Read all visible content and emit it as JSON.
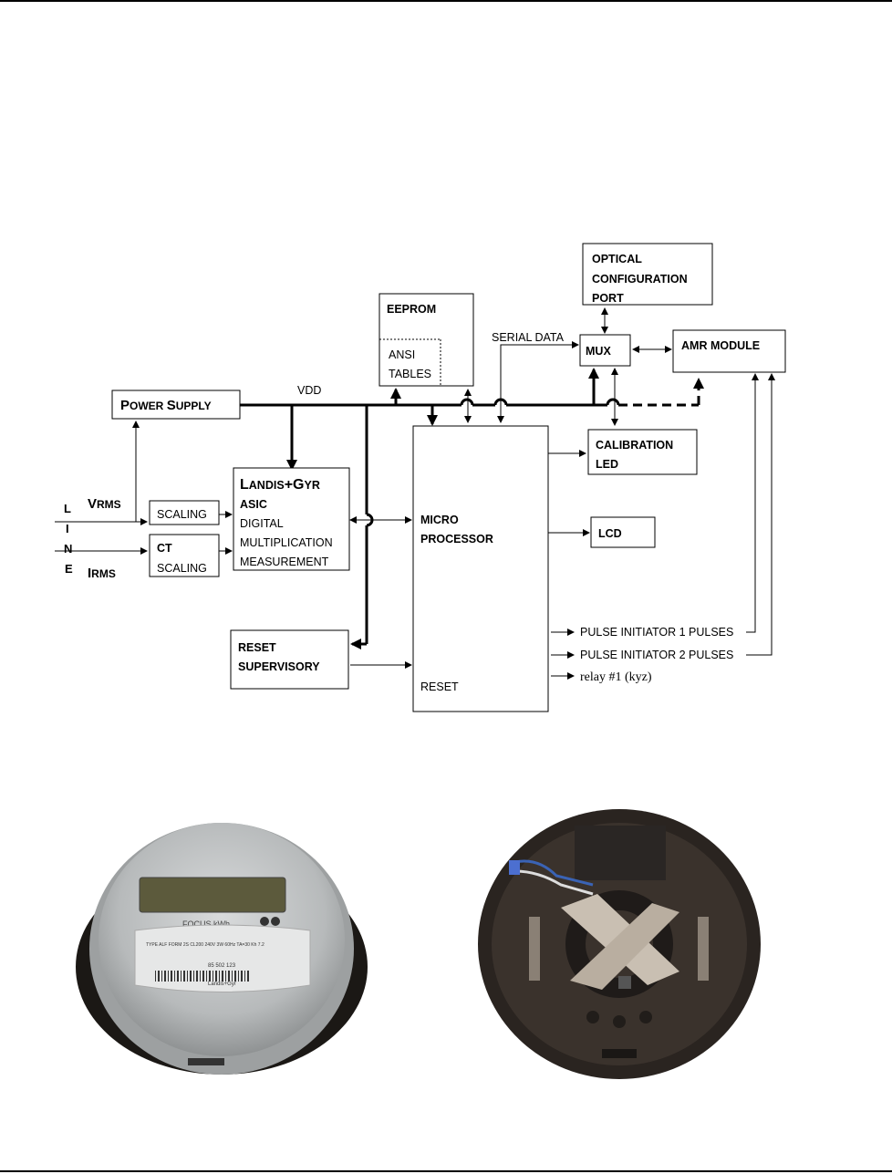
{
  "diagram": {
    "optical_port": [
      "OPTICAL",
      "CONFIGURATION",
      "PORT"
    ],
    "eeprom": "EEPROM",
    "ansi_tables": [
      "ANSI",
      "TABLES"
    ],
    "serial_data": "SERIAL DATA",
    "mux": "MUX",
    "amr_module": "AMR MODULE",
    "vdd": "VDD",
    "power_supply": {
      "cap1": "P",
      "rest1": "OWER ",
      "cap2": "S",
      "rest2": "UPPLY"
    },
    "calibration_led": [
      "CALIBRATION",
      "LED"
    ],
    "asic": {
      "line1_cap1": "L",
      "line1_rest1": "ANDIS",
      "line1_plus": "+",
      "line1_cap2": "G",
      "line1_rest2": "YR",
      "line2": "ASIC",
      "line3": "DIGITAL",
      "line4": "MULTIPLICATION",
      "line5": "MEASUREMENT"
    },
    "microprocessor": [
      "MICRO",
      "PROCESSOR"
    ],
    "reset_label": "RESET",
    "lcd": "LCD",
    "line_letters": [
      "L",
      "I",
      "N",
      "E"
    ],
    "vrms": {
      "cap": "V",
      "rest": "RMS"
    },
    "irms": {
      "cap": "I",
      "rest": "RMS"
    },
    "scaling": "SCALING",
    "ct": "CT",
    "ct_scaling": "SCALING",
    "reset_supervisory": [
      "RESET",
      "SUPERVISORY"
    ],
    "outputs": [
      "PULSE INITIATOR 1 PULSES",
      "PULSE INITIATOR 2 PULSES",
      "relay #1 (kyz)"
    ]
  },
  "photos": {
    "left_meter": {
      "display_label": "FOCUS kWh",
      "type_line": "TYPE ALF FORM 2S CL200 240V 3W 60Hz TA=30 Kh 7.2",
      "serial": "85 502 123",
      "brand": "Landis+Gyr"
    }
  }
}
